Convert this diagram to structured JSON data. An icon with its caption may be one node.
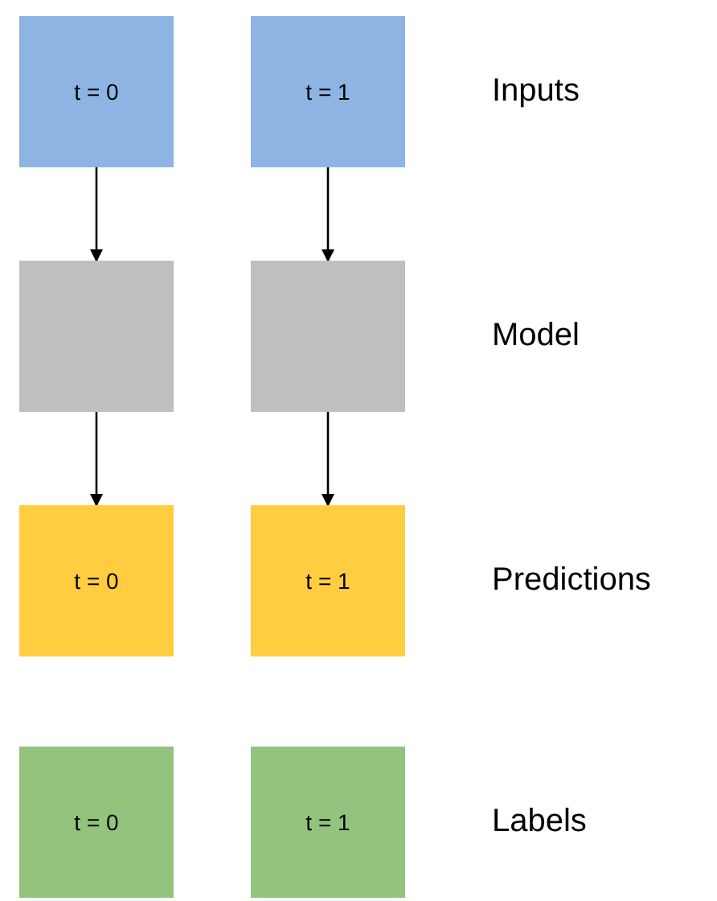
{
  "diagram": {
    "nodes": [
      {
        "text": [
          "t = 0"
        ]
      },
      {
        "text": [
          "t = 1"
        ]
      },
      {
        "text": [],
        "shape": "box"
      },
      {
        "text": [],
        "shape": "box"
      },
      {
        "text": [
          "t = 0"
        ]
      },
      {
        "text": [
          "t = 1"
        ]
      },
      {
        "text": [
          "t = 0"
        ]
      },
      {
        "text": [
          "t = 1"
        ]
      }
    ],
    "edges": [
      {
        "from": 0,
        "to": 2,
        "arrow": "to"
      },
      {
        "from": 1,
        "to": 3,
        "arrow": "to"
      },
      {
        "from": 2,
        "to": 4,
        "arrow": "to"
      },
      {
        "from": 3,
        "to": 5,
        "arrow": "to"
      }
    ],
    "labels": [
      "Inputs",
      "Model",
      "Predictions",
      "Labels"
    ]
  }
}
